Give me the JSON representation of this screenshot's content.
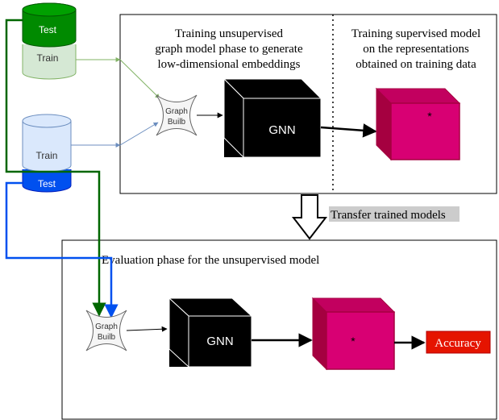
{
  "training_unsup": {
    "line1": "Training unsupervised",
    "line2": "graph model phase to generate",
    "line3": "low-dimensional embeddings"
  },
  "training_sup": {
    "line1": "Training supervised model",
    "line2": "on the representations",
    "line3": "obtained on training data"
  },
  "transfer_label": "Transfer trained models",
  "evaluation_label": "Evaluation phase for the unsupervised model",
  "db_green": {
    "top": "Test",
    "bottom": "Train"
  },
  "db_blue": {
    "top": "Train",
    "bottom": "Test"
  },
  "graph_builder": {
    "line1": "Graph",
    "line2": "Builb"
  },
  "gnn_label": "GNN",
  "classifier_label": "*",
  "accuracy_label": "Accuracy",
  "colors": {
    "green": "#006600",
    "green_light": "#d5e8d4",
    "blue": "#0050ef",
    "blue_light": "#dae8fc",
    "magenta": "#d80073",
    "accuracy_red": "#e51400",
    "transfer_bg": "#cccccc",
    "star_fill": "#f5f5f5"
  }
}
